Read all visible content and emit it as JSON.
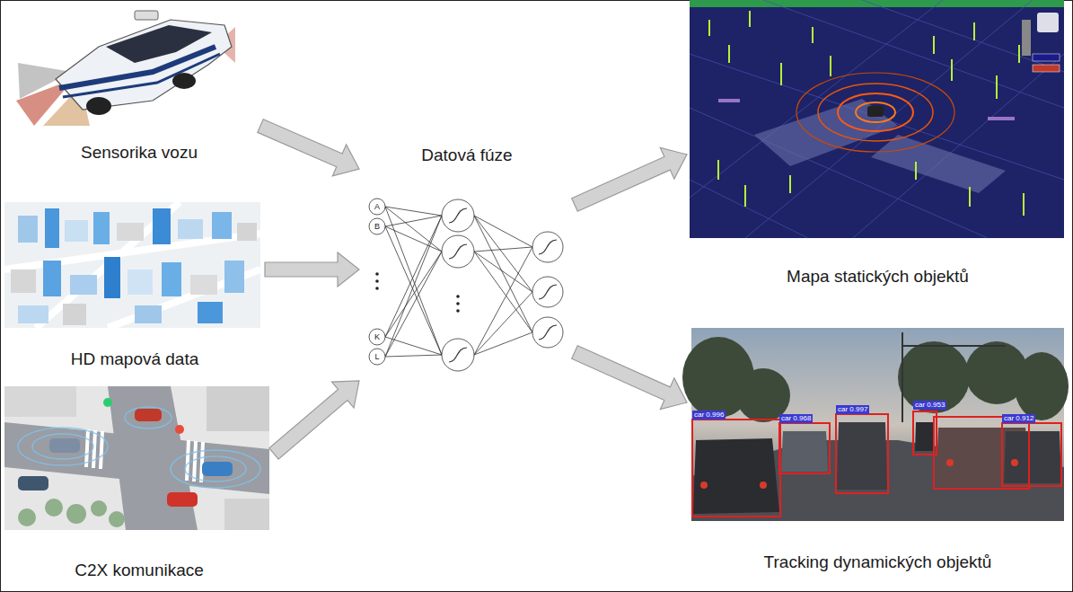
{
  "diagram": {
    "nodes": [
      {
        "text": [
          "Sensorika vozu"
        ]
      },
      {
        "text": [
          "HD mapová data"
        ]
      },
      {
        "text": [
          "C2X komunikace"
        ]
      },
      {
        "text": [
          "Datová fúze"
        ]
      },
      {
        "text": [
          "Mapa statických objektů"
        ]
      },
      {
        "text": [
          "Tracking dynamických objektů"
        ]
      }
    ],
    "edges": [
      {
        "from": 0,
        "to": 3,
        "arrow": "to"
      },
      {
        "from": 1,
        "to": 3,
        "arrow": "to"
      },
      {
        "from": 2,
        "to": 3,
        "arrow": "to"
      },
      {
        "from": 3,
        "to": 4,
        "arrow": "to"
      },
      {
        "from": 3,
        "to": 5,
        "arrow": "to"
      }
    ],
    "labels": [
      "A",
      "B",
      "K",
      "L",
      "car 0.996",
      "car 0.968",
      "car 0.997",
      "car 0.953",
      "car 0.912"
    ]
  }
}
